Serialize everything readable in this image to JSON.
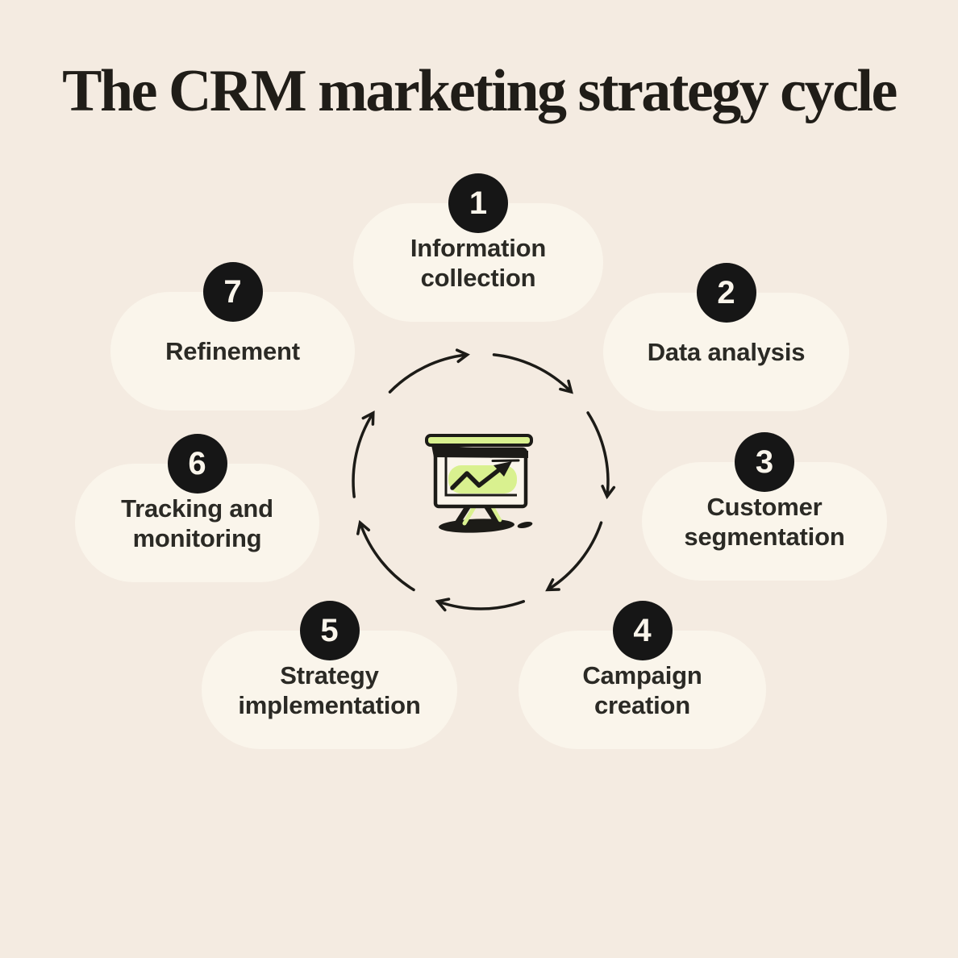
{
  "title": "The CRM marketing strategy cycle",
  "steps": [
    {
      "number": "1",
      "label": "Information collection"
    },
    {
      "number": "2",
      "label": "Data analysis"
    },
    {
      "number": "3",
      "label": "Customer segmentation"
    },
    {
      "number": "4",
      "label": "Campaign creation"
    },
    {
      "number": "5",
      "label": "Strategy implementation"
    },
    {
      "number": "6",
      "label": "Tracking and monitoring"
    },
    {
      "number": "7",
      "label": "Refinement"
    }
  ],
  "center_icon": "presentation-chart-with-rising-arrow",
  "cycle_direction": "clockwise",
  "colors": {
    "background": "#f4ebe1",
    "card": "#faf5eb",
    "badge": "#161616",
    "badge_number": "#faf5eb",
    "label_text": "#2b2a25",
    "title_text": "#201d18",
    "accent_green": "#d9f18f",
    "line": "#1c1b17"
  }
}
